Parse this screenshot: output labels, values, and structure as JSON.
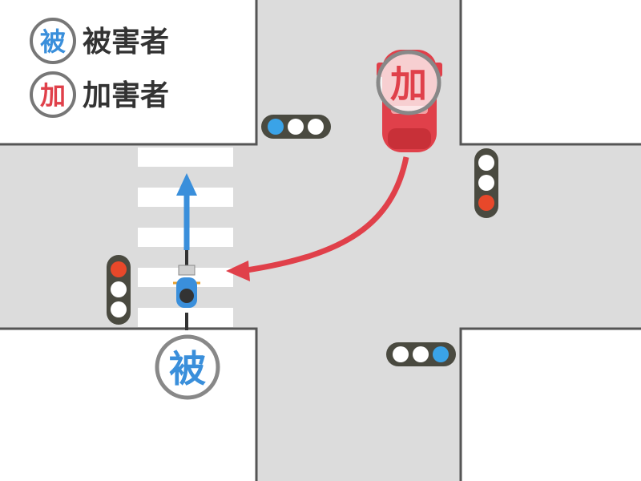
{
  "legend": {
    "victim": {
      "symbol": "被",
      "label": "被害者"
    },
    "offender": {
      "symbol": "加",
      "label": "加害者"
    }
  },
  "markers": {
    "car": "加",
    "bicycle": "被"
  },
  "traffic_lights": [
    {
      "name": "north",
      "orientation": "horizontal",
      "lamps": [
        "blue",
        "off",
        "off"
      ]
    },
    {
      "name": "east",
      "orientation": "vertical",
      "lamps": [
        "off",
        "off",
        "red"
      ]
    },
    {
      "name": "west",
      "orientation": "vertical",
      "lamps": [
        "red",
        "off",
        "off"
      ]
    },
    {
      "name": "south",
      "orientation": "horizontal",
      "lamps": [
        "off",
        "off",
        "blue"
      ]
    }
  ],
  "colors": {
    "victim": "#3a8fdb",
    "offender": "#e0404a",
    "road": "#dcdcdc",
    "curb": "#555555",
    "signal_body": "#4a4a40",
    "signal_blue": "#3aa3e8",
    "signal_red": "#e8482a",
    "marker_ring": "#888888"
  }
}
